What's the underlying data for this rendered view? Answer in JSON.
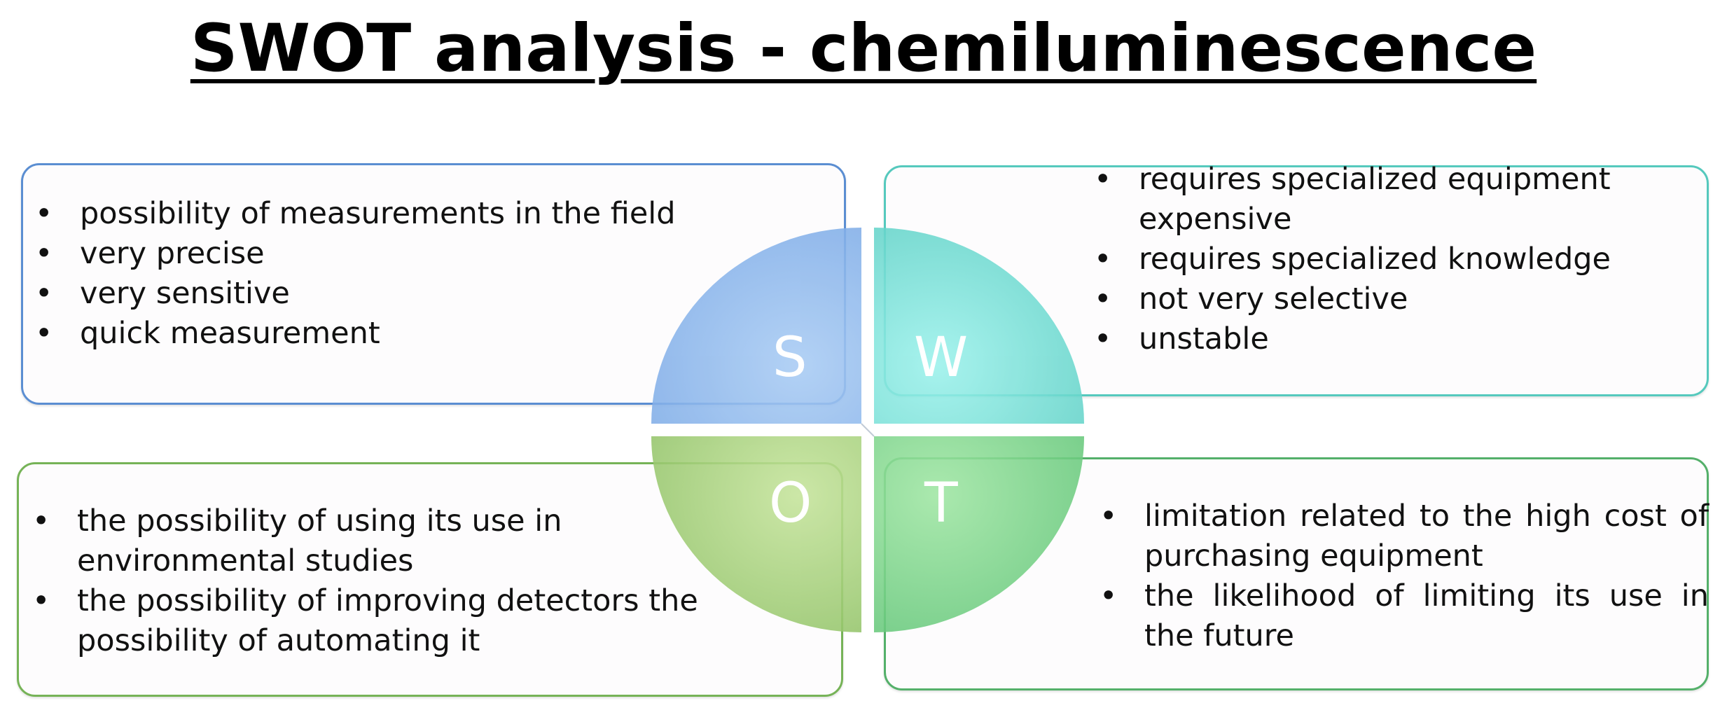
{
  "title": "SWOT analysis - chemiluminescence",
  "quadrants": {
    "s": {
      "letter": "S",
      "color": "#5b8ed2",
      "items": [
        "possibility of measurements in the field",
        "very precise",
        "very sensitive",
        "quick measurement"
      ]
    },
    "w": {
      "letter": "W",
      "color": "#55c9bd",
      "items": [
        "requires specialized equipment expensive",
        "requires specialized knowledge",
        "not very selective",
        "unstable"
      ]
    },
    "o": {
      "letter": "O",
      "color": "#76b357",
      "items": [
        "the possibility of using its use in environmental studies",
        "the possibility of improving detectors the possibility of automating it"
      ]
    },
    "t": {
      "letter": "T",
      "color": "#54b06a",
      "items": [
        "limitation related to the high cost of purchasing equipment",
        "the likelihood of limiting its use in the future"
      ]
    }
  }
}
